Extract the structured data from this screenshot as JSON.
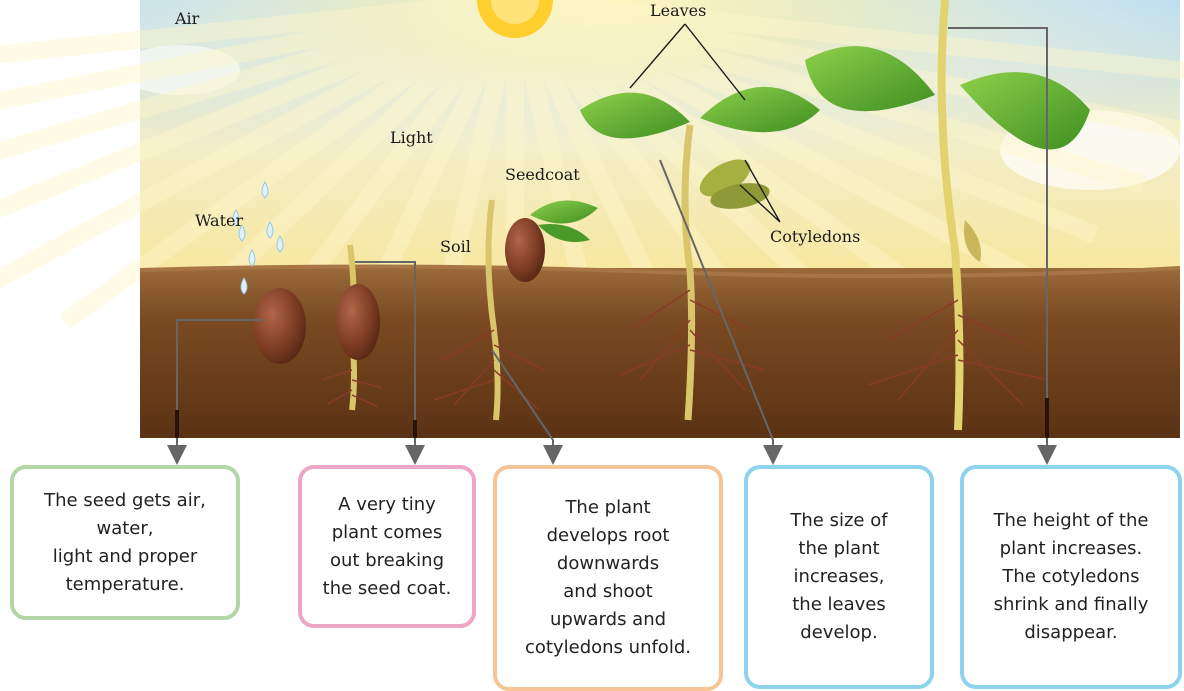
{
  "labels": {
    "air": "Air",
    "light": "Light",
    "water": "Water",
    "soil": "Soil",
    "seedcoat": "Seedcoat",
    "leaves": "Leaves",
    "cotyledons": "Cotyledons"
  },
  "stages": [
    {
      "text": "The seed gets air,\nwater,\nlight and proper\ntemperature.",
      "border_color": "#b2d6a4"
    },
    {
      "text": "A very tiny\nplant comes\nout breaking\nthe seed coat.",
      "border_color": "#eda6c6"
    },
    {
      "text": "The plant\ndevelops root\ndownwards\nand shoot\nupwards and\ncotyledons unfold.",
      "border_color": "#f5c497"
    },
    {
      "text": "The size of\nthe plant\nincreases,\nthe leaves\ndevelop.",
      "border_color": "#8dd3ee"
    },
    {
      "text": "The height of the\nplant increases.\nThe cotyledons\nshrink and finally\ndisappear.",
      "border_color": "#8dd3ee"
    }
  ],
  "colors": {
    "sky_top": "#cfe6f4",
    "sun": "#ffcf2e",
    "soil": "#7a4a22",
    "leaf": "#5aa832",
    "seed": "#7a3a22",
    "stem": "#d9c56a",
    "arrow": "#666666"
  }
}
